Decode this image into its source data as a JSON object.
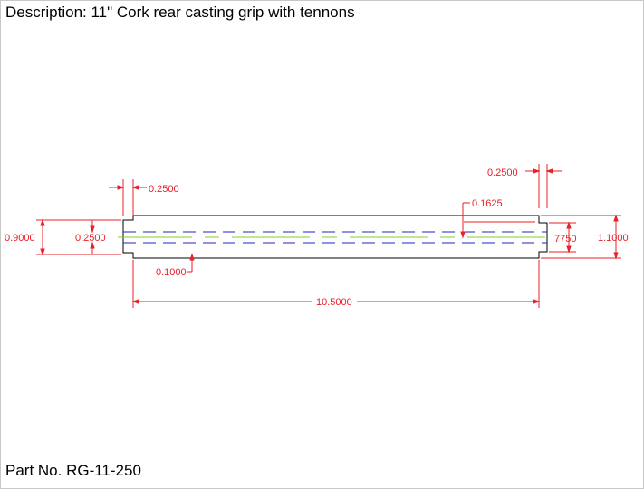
{
  "description": "Description: 11\" Cork rear casting grip with tennons",
  "part_number": "Part No. RG-11-250",
  "dimensions": {
    "right_tenon_length": "0.2500",
    "left_tenon_length": "0.2500",
    "tenon_step": "0.1625",
    "left_outer_diameter": "0.9000",
    "bore_diameter": "0.2500",
    "right_tenon_diameter": ".7750",
    "right_outer_diameter": "1.1000",
    "left_step": "0.1000",
    "overall_length": "10.5000"
  },
  "colors": {
    "outline": "#000000",
    "dimension": "#e8202a",
    "hidden_line": "#2020c8",
    "center_line": "#7ed321"
  }
}
